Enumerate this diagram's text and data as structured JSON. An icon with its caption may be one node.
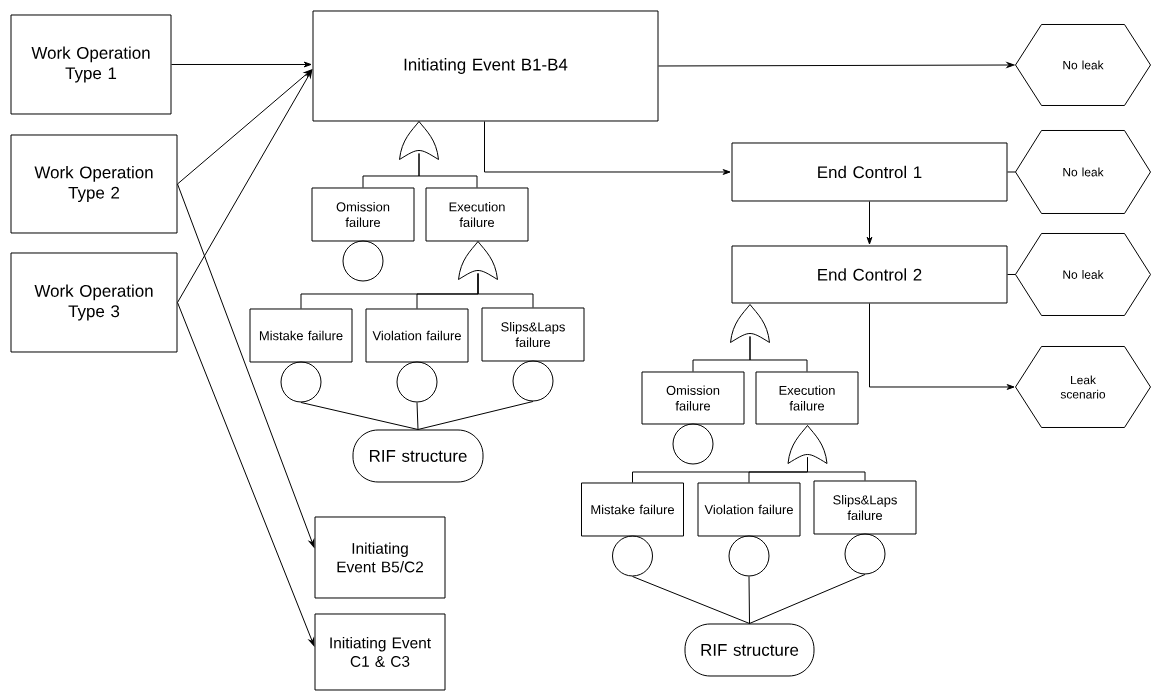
{
  "diagram": {
    "nodes": [
      {
        "text": [
          "Work Operation Type 1"
        ]
      },
      {
        "text": [
          "Work Operation Type 2"
        ]
      },
      {
        "text": [
          "Work Operation Type 3"
        ]
      },
      {
        "text": [
          "Initiating Event B1-B4"
        ]
      },
      {
        "text": [
          "No leak"
        ]
      },
      {
        "text": [],
        "shape": "gate"
      },
      {
        "text": [
          "Omission failure"
        ]
      },
      {
        "text": [
          "Execution failure"
        ]
      },
      {
        "text": [],
        "shape": "circle"
      },
      {
        "text": [
          "End Control 1"
        ]
      },
      {
        "text": [
          "No leak"
        ]
      },
      {
        "text": [],
        "shape": "gate"
      },
      {
        "text": [
          "Mistake failure"
        ]
      },
      {
        "text": [
          "Violation failure"
        ]
      },
      {
        "text": [
          "Slips&Laps failure"
        ]
      },
      {
        "text": [
          "End Control 2"
        ]
      },
      {
        "text": [
          "No leak"
        ]
      },
      {
        "text": [],
        "shape": "circle"
      },
      {
        "text": [],
        "shape": "circle"
      },
      {
        "text": [],
        "shape": "circle"
      },
      {
        "text": [],
        "shape": "gate"
      },
      {
        "text": [
          "RIF structure"
        ]
      },
      {
        "text": [
          "Leak scenario"
        ]
      },
      {
        "text": [
          "Omission failure"
        ]
      },
      {
        "text": [
          "Execution failure"
        ]
      },
      {
        "text": [],
        "shape": "circle"
      },
      {
        "text": [],
        "shape": "gate"
      },
      {
        "text": [
          "Initiating Event B5/C2"
        ]
      },
      {
        "text": [
          "Mistake failure"
        ]
      },
      {
        "text": [
          "Violation failure"
        ]
      },
      {
        "text": [
          "Slips&Laps failure"
        ]
      },
      {
        "text": [],
        "shape": "circle"
      },
      {
        "text": [],
        "shape": "circle"
      },
      {
        "text": [],
        "shape": "circle"
      },
      {
        "text": [
          "Initiating Event C1 & C3"
        ]
      },
      {
        "text": [
          "RIF structure"
        ]
      }
    ],
    "edges": [
      {
        "from": 0,
        "to": 3,
        "arrow": "to"
      },
      {
        "from": 1,
        "to": 3,
        "arrow": "to"
      },
      {
        "from": 1,
        "to": 27,
        "arrow": "to"
      },
      {
        "from": 2,
        "to": 3,
        "arrow": "to"
      },
      {
        "from": 2,
        "to": 34,
        "arrow": "to"
      },
      {
        "from": 3,
        "to": 4,
        "arrow": "to"
      },
      {
        "from": 3,
        "to": 9,
        "arrow": "to"
      },
      {
        "from": 5,
        "to": 6,
        "arrow": "none"
      },
      {
        "from": 5,
        "to": 7,
        "arrow": "none"
      },
      {
        "from": 11,
        "to": 12,
        "arrow": "none"
      },
      {
        "from": 11,
        "to": 13,
        "arrow": "none"
      },
      {
        "from": 11,
        "to": 14,
        "arrow": "none"
      },
      {
        "from": 17,
        "to": 21,
        "arrow": "none"
      },
      {
        "from": 18,
        "to": 21,
        "arrow": "none"
      },
      {
        "from": 19,
        "to": 21,
        "arrow": "none"
      },
      {
        "from": 9,
        "to": 10,
        "arrow": "none"
      },
      {
        "from": 9,
        "to": 15,
        "arrow": "to"
      },
      {
        "from": 15,
        "to": 16,
        "arrow": "none"
      },
      {
        "from": 15,
        "to": 22,
        "arrow": "to"
      },
      {
        "from": 20,
        "to": 23,
        "arrow": "none"
      },
      {
        "from": 20,
        "to": 24,
        "arrow": "none"
      },
      {
        "from": 26,
        "to": 28,
        "arrow": "none"
      },
      {
        "from": 26,
        "to": 29,
        "arrow": "none"
      },
      {
        "from": 26,
        "to": 30,
        "arrow": "none"
      },
      {
        "from": 31,
        "to": 35,
        "arrow": "none"
      },
      {
        "from": 32,
        "to": 35,
        "arrow": "none"
      },
      {
        "from": 33,
        "to": 35,
        "arrow": "none"
      }
    ]
  }
}
